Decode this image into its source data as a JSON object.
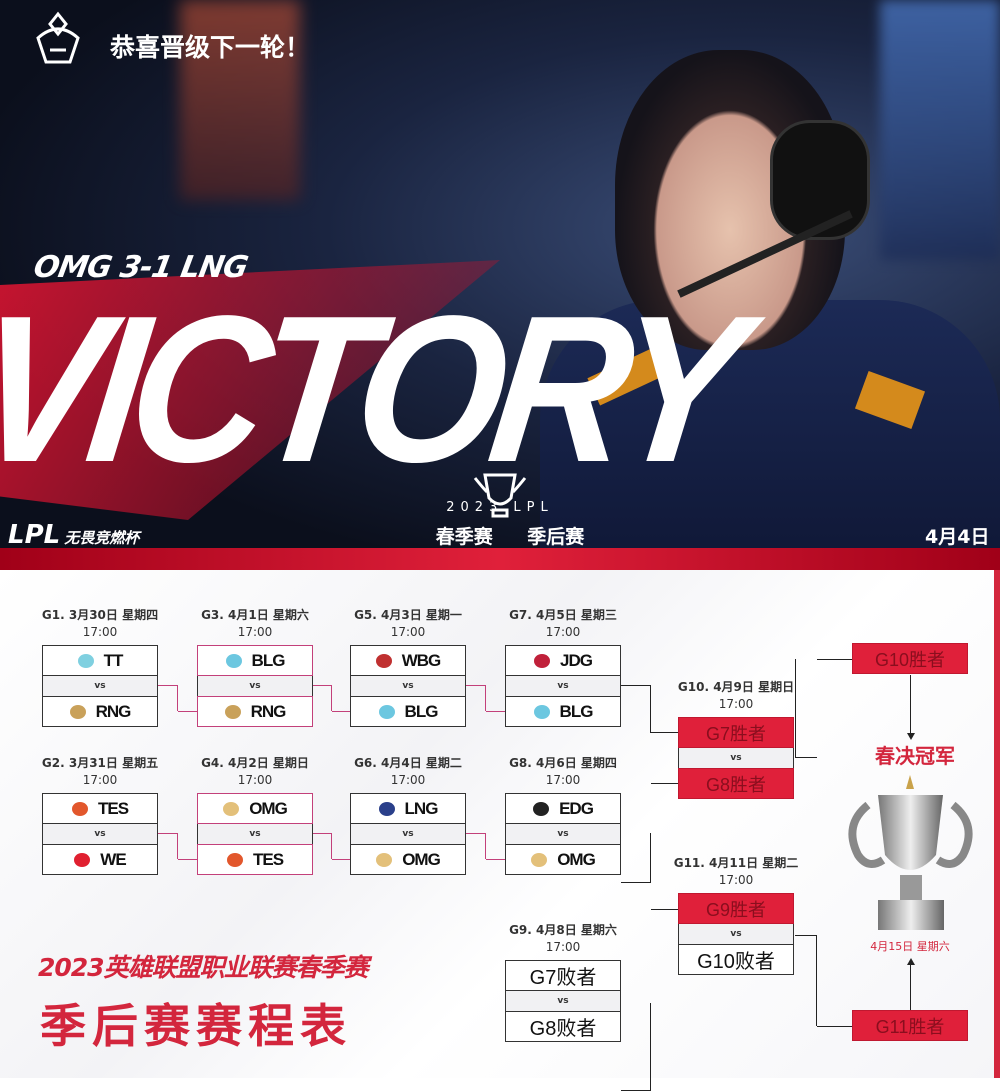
{
  "header": {
    "congrats": "恭喜晋级下一轮！"
  },
  "poster": {
    "score": "OMG 3-1 LNG",
    "headline": "VICTORY",
    "league": "LPL",
    "league_sub": "无畏竞燃杯",
    "season_year": "2023 LPL",
    "season_names": "春季赛 季后赛",
    "date": "4月4日",
    "colors": {
      "accent": "#d3263d",
      "dark": "#0b0f1c"
    }
  },
  "bracket": {
    "vs": "vs",
    "matches": [
      {
        "id": "G1",
        "header": "G1. 3月30日 星期四",
        "time": "17:00",
        "top": "TT",
        "bottom": "RNG",
        "top_icon": "tt-logo",
        "bottom_icon": "rng-logo"
      },
      {
        "id": "G2",
        "header": "G2. 3月31日 星期五",
        "time": "17:00",
        "top": "TES",
        "bottom": "WE",
        "top_icon": "tes-logo",
        "bottom_icon": "we-logo"
      },
      {
        "id": "G3",
        "header": "G3. 4月1日 星期六",
        "time": "17:00",
        "top": "BLG",
        "bottom": "RNG",
        "top_icon": "blg-logo",
        "bottom_icon": "rng-logo"
      },
      {
        "id": "G4",
        "header": "G4. 4月2日 星期日",
        "time": "17:00",
        "top": "OMG",
        "bottom": "TES",
        "top_icon": "omg-logo",
        "bottom_icon": "tes-logo"
      },
      {
        "id": "G5",
        "header": "G5. 4月3日 星期一",
        "time": "17:00",
        "top": "WBG",
        "bottom": "BLG",
        "top_icon": "wbg-logo",
        "bottom_icon": "blg-logo"
      },
      {
        "id": "G6",
        "header": "G6. 4月4日 星期二",
        "time": "17:00",
        "top": "LNG",
        "bottom": "OMG",
        "top_icon": "lng-logo",
        "bottom_icon": "omg-logo"
      },
      {
        "id": "G7",
        "header": "G7. 4月5日 星期三",
        "time": "17:00",
        "top": "JDG",
        "bottom": "BLG",
        "top_icon": "jdg-logo",
        "bottom_icon": "blg-logo"
      },
      {
        "id": "G8",
        "header": "G8. 4月6日 星期四",
        "time": "17:00",
        "top": "EDG",
        "bottom": "OMG",
        "top_icon": "edg-logo",
        "bottom_icon": "omg-logo"
      },
      {
        "id": "G9",
        "header": "G9. 4月8日 星期六",
        "time": "17:00",
        "top": "G7败者",
        "bottom": "G8败者"
      },
      {
        "id": "G10",
        "header": "G10. 4月9日 星期日",
        "time": "17:00",
        "top": "G7胜者",
        "bottom": "G8胜者"
      },
      {
        "id": "G11",
        "header": "G11. 4月11日 星期二",
        "time": "17:00",
        "top": "G9胜者",
        "bottom": "G10败者"
      }
    ],
    "final": {
      "top": "G10胜者",
      "bottom": "G11胜者",
      "label": "春决冠军",
      "date": "4月15日 星期六"
    },
    "title_line1": "2023英雄联盟职业联赛春季赛",
    "title_line2": "季后赛赛程表"
  }
}
